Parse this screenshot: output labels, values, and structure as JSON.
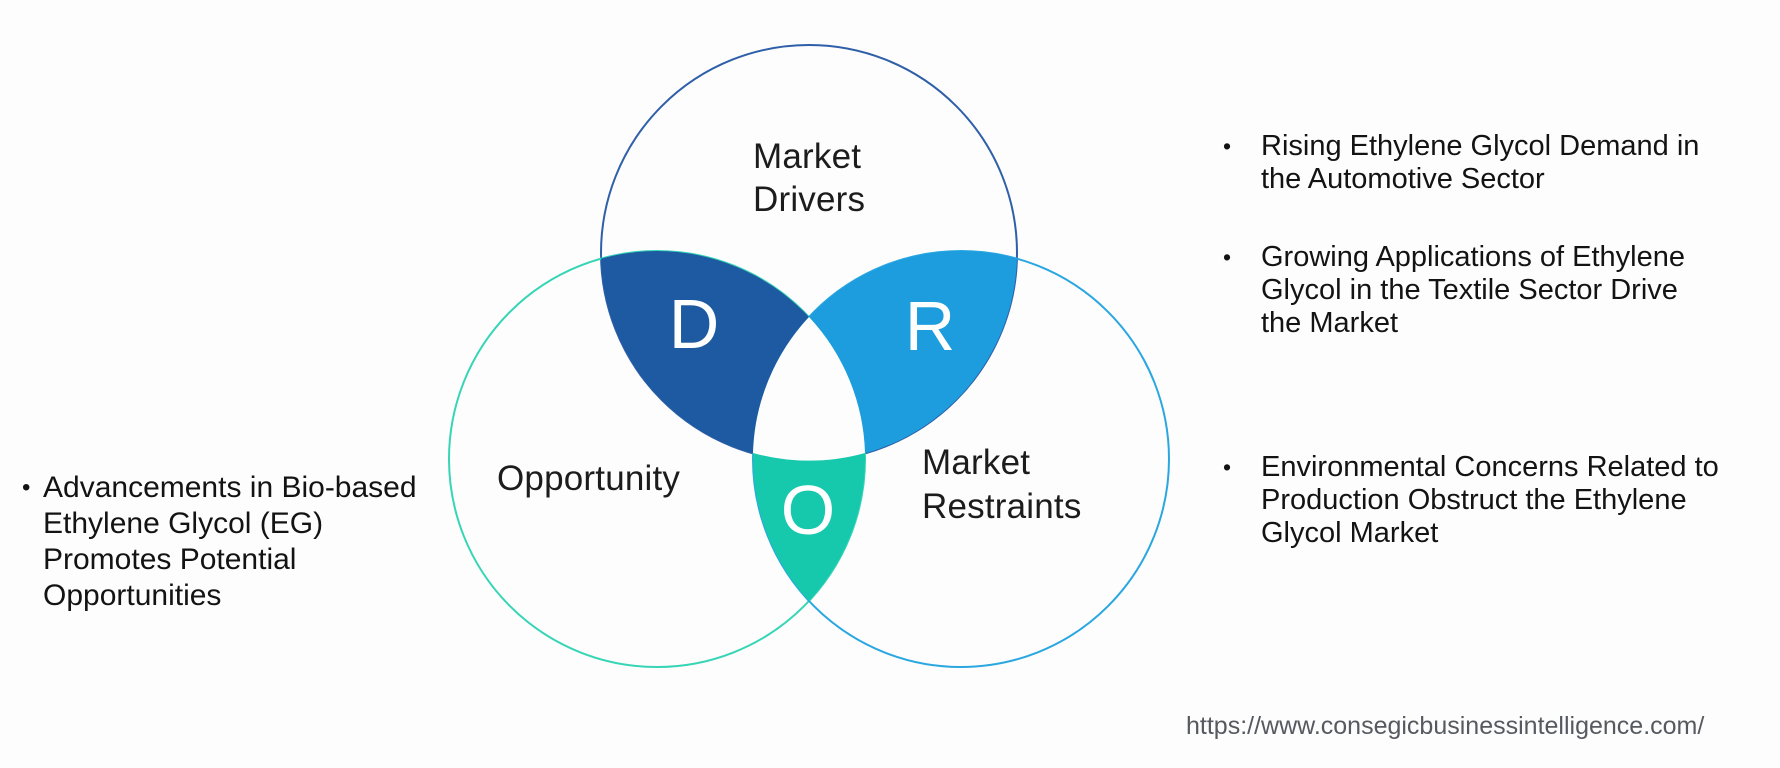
{
  "venn": {
    "circles": [
      {
        "id": "market-drivers",
        "label": "Market\nDrivers",
        "stroke": "#2e5fa8"
      },
      {
        "id": "opportunity",
        "label": "Opportunity",
        "stroke": "#36d5b6"
      },
      {
        "id": "market-restraints",
        "label": "Market\nRestraints",
        "stroke": "#2aa7e0"
      }
    ],
    "intersections": [
      {
        "letter": "D",
        "fill": "#1d5aa1"
      },
      {
        "letter": "R",
        "fill": "#1d9dde"
      },
      {
        "letter": "O",
        "fill": "#17c9ac"
      }
    ]
  },
  "left_panel": {
    "bullet_char": "•",
    "items": [
      {
        "text": "Advancements in Bio-based\nEthylene Glycol (EG)\nPromotes Potential\nOpportunities"
      }
    ]
  },
  "right_panel": {
    "bullet_char": "•",
    "items": [
      {
        "text": "Rising Ethylene Glycol Demand in\nthe Automotive Sector"
      },
      {
        "text": "Growing Applications of Ethylene\nGlycol in the Textile Sector Drive\nthe Market"
      },
      {
        "text": "Environmental Concerns Related to\nProduction Obstruct the Ethylene\nGlycol  Market"
      }
    ]
  },
  "footer": {
    "url": "https://www.consegicbusinessintelligence.com/"
  }
}
